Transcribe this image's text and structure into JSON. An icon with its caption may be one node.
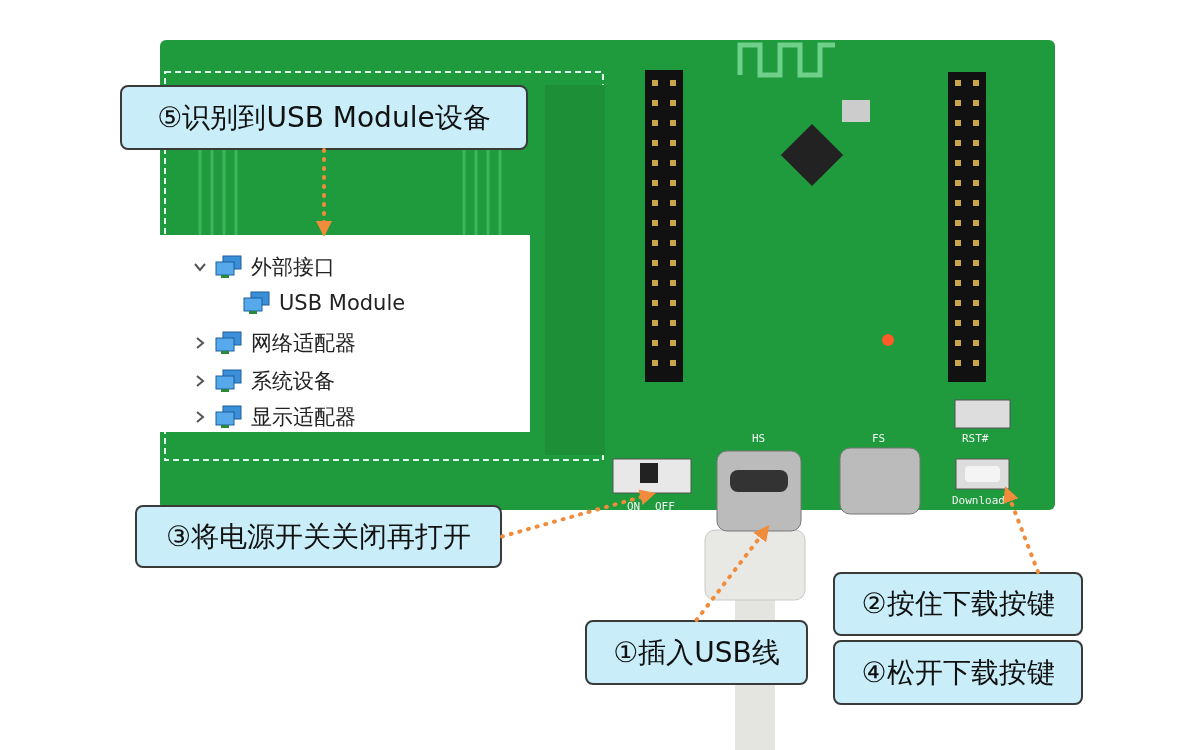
{
  "diagram": {
    "nodes": [
      {
        "text": [
          "⑤识别到USB Module设备"
        ]
      },
      {
        "text": [
          "外部接口",
          "USB Module",
          "网络适配器",
          "系统设备",
          "显示适配器"
        ]
      },
      {
        "text": [
          "③将电源开关关闭再打开"
        ]
      },
      {
        "text": [],
        "shape": "picture"
      },
      {
        "text": [
          "①插入USB线"
        ]
      },
      {
        "text": [],
        "shape": "picture"
      },
      {
        "text": [
          "②按住下载按键"
        ]
      },
      {
        "text": [],
        "shape": "picture"
      },
      {
        "text": [
          "④松开下载按键"
        ]
      }
    ],
    "edges": [
      {
        "from": 0,
        "to": 1,
        "arrow": "to",
        "style": "dashed"
      },
      {
        "from": 2,
        "to": 3,
        "arrow": "to",
        "style": "dashed"
      },
      {
        "from": 4,
        "to": 5,
        "arrow": "to",
        "style": "dashed"
      },
      {
        "from": 6,
        "to": 7,
        "arrow": "to",
        "style": "dashed"
      }
    ],
    "labels": [
      "HS",
      "FS",
      "RST#",
      "ON",
      "OFF",
      "Download"
    ]
  }
}
